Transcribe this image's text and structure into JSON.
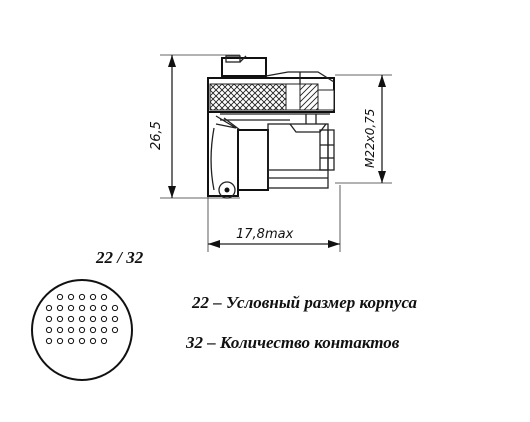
{
  "dimensions": {
    "height": "26,5",
    "length": "17,8max",
    "thread": "M22x0,75"
  },
  "pinout": {
    "title": "22 / 32"
  },
  "legend": {
    "line1": "22 – Условный размер корпуса",
    "line2": "32 –  Количество контактов"
  }
}
